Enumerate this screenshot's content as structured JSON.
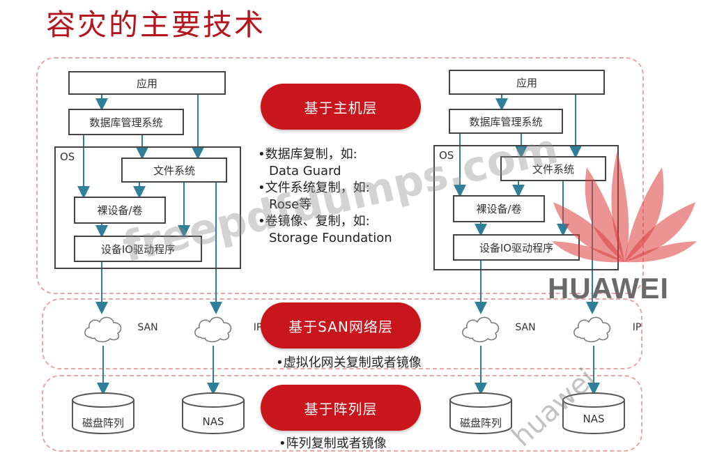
{
  "title": "容灾的主要技术",
  "left_stack": {
    "app": "应用",
    "dbms": "数据库管理系统",
    "os": "OS",
    "fs": "文件系统",
    "raw": "裸设备/卷",
    "driver": "设备IO驱动程序",
    "san": "SAN",
    "ip": "IP",
    "disk": "磁盘阵列",
    "nas": "NAS"
  },
  "right_stack": {
    "app": "应用",
    "dbms": "数据库管理系统",
    "os": "OS",
    "fs": "文件系统",
    "raw": "裸设备/卷",
    "driver": "设备IO驱动程序",
    "san": "SAN",
    "ip": "IP",
    "disk": "磁盘阵列",
    "nas": "NAS"
  },
  "layers": {
    "host": "基于主机层",
    "san": "基于SAN网络层",
    "array": "基于阵列层"
  },
  "host_bullets": {
    "b1": "•数据库复制，如:",
    "b1_sub": "Data Guard",
    "b2": "•文件系统复制，如:",
    "b2_sub": "Rose等",
    "b3": "•卷镜像、复制，如:",
    "b3_sub": "Storage Foundation"
  },
  "san_note": "•虚拟化网关复制或者镜像",
  "array_note": "•阵列复制或者镜像",
  "watermark": {
    "site": "freepdfdumps.com",
    "brand": "HUAWEI",
    "diag": "huawei"
  },
  "colors": {
    "accent": "#c9161c",
    "title": "#b4141b",
    "dash": "#e8a6a6"
  }
}
